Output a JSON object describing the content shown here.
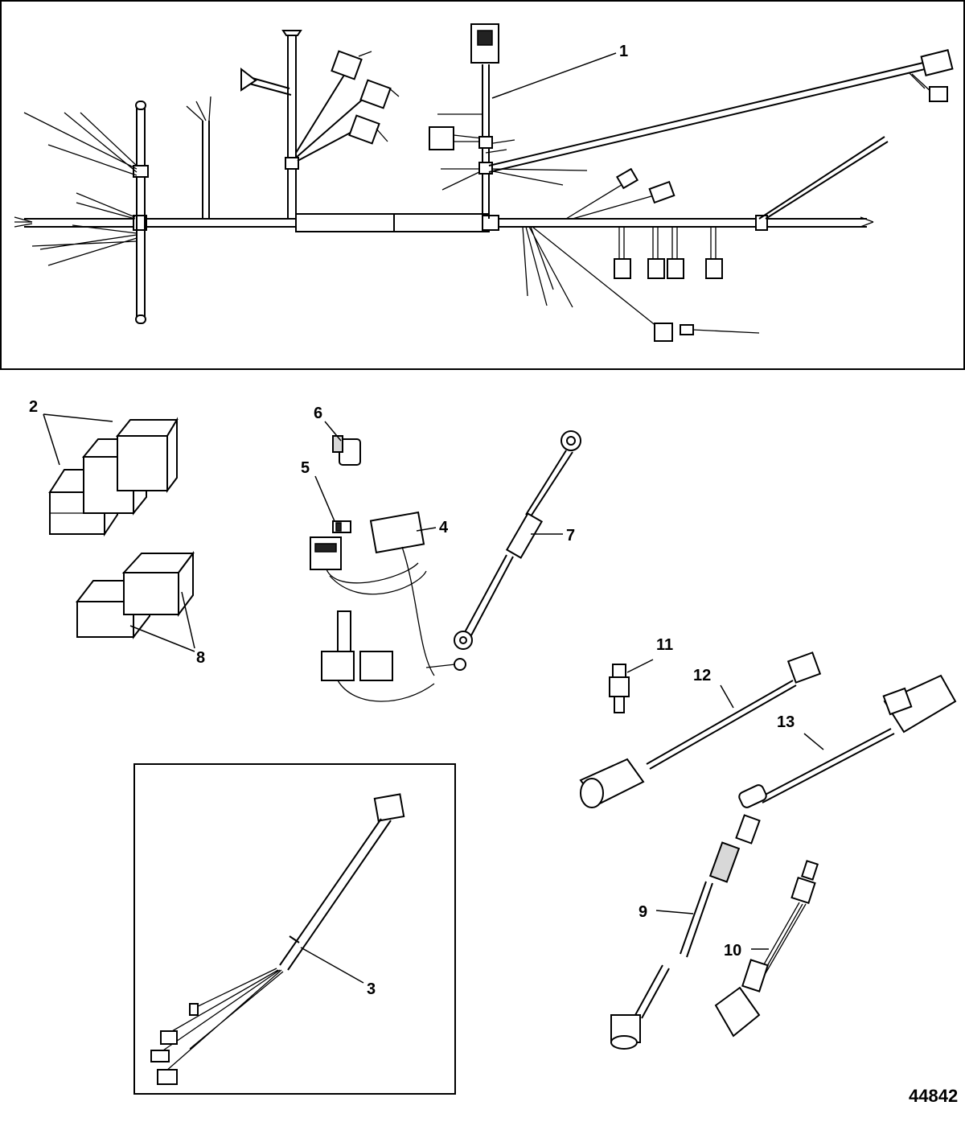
{
  "figure_id": "44842",
  "callouts": [
    {
      "id": "1",
      "label": "1"
    },
    {
      "id": "2",
      "label": "2"
    },
    {
      "id": "3",
      "label": "3"
    },
    {
      "id": "4",
      "label": "4"
    },
    {
      "id": "5",
      "label": "5"
    },
    {
      "id": "6",
      "label": "6"
    },
    {
      "id": "7",
      "label": "7"
    },
    {
      "id": "8",
      "label": "8"
    },
    {
      "id": "9",
      "label": "9"
    },
    {
      "id": "10",
      "label": "10"
    },
    {
      "id": "11",
      "label": "11"
    },
    {
      "id": "12",
      "label": "12"
    },
    {
      "id": "13",
      "label": "13"
    }
  ],
  "colors": {
    "ink": "#000000",
    "paper": "#ffffff",
    "shade": "#d8d8d8"
  }
}
